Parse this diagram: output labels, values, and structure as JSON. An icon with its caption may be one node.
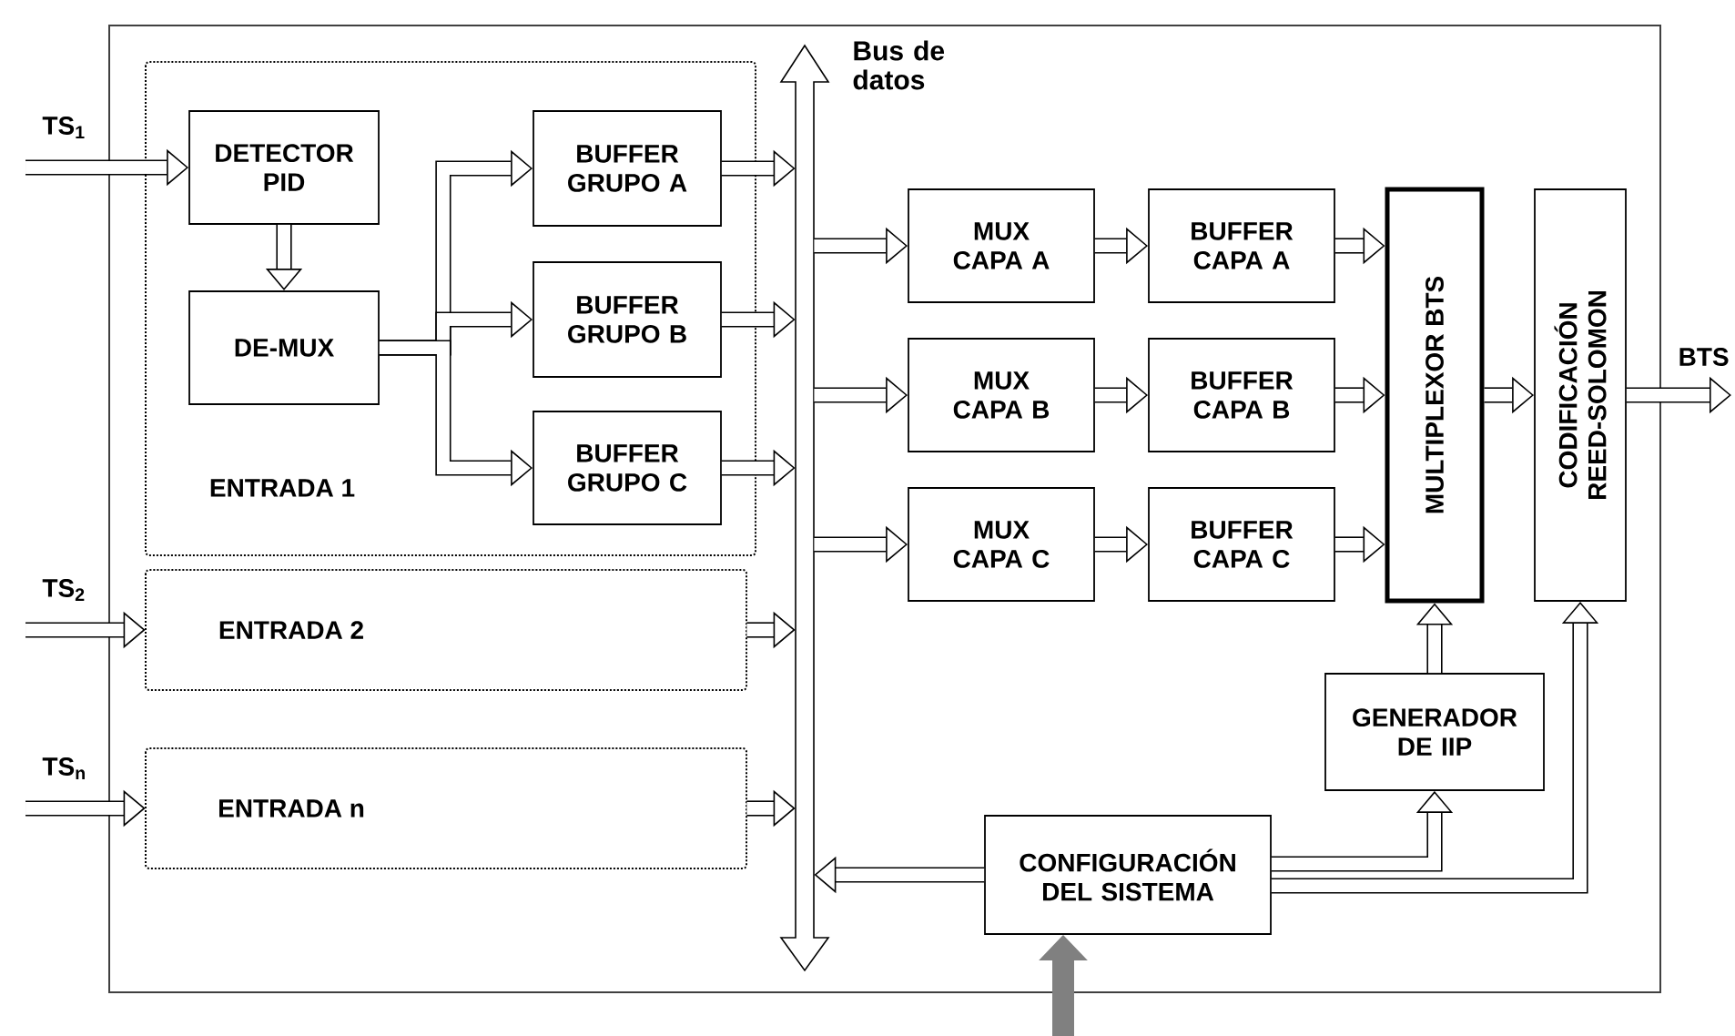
{
  "diagram": {
    "nodes": [
      {
        "text": [
          "ENTRADA 1"
        ]
      },
      {
        "text": [
          "DETECTOR PID"
        ],
        "in": 0
      },
      {
        "text": [
          "DE-MUX"
        ],
        "in": 0
      },
      {
        "text": [
          "BUFFER GRUPO A"
        ],
        "in": 0
      },
      {
        "text": [
          "BUFFER GRUPO B"
        ],
        "in": 0
      },
      {
        "text": [
          "BUFFER GRUPO C"
        ],
        "in": 0
      },
      {
        "text": [
          "ENTRADA 2"
        ]
      },
      {
        "text": [
          "ENTRADA n"
        ]
      },
      {
        "text": [],
        "shape": "bar",
        "beside": [
          "Bus de datos"
        ]
      },
      {
        "text": [
          "MUX CAPA A"
        ]
      },
      {
        "text": [
          "MUX CAPA B"
        ]
      },
      {
        "text": [
          "MUX CAPA C"
        ]
      },
      {
        "text": [
          "BUFFER CAPA A"
        ]
      },
      {
        "text": [
          "BUFFER CAPA B"
        ]
      },
      {
        "text": [
          "BUFFER CAPA C"
        ]
      },
      {
        "text": [
          "MULTIPLEXOR BTS"
        ]
      },
      {
        "text": [
          "CODIFICACIÓN REED-SOLOMON"
        ]
      },
      {
        "text": [
          "GENERADOR DE IIP"
        ]
      },
      {
        "text": [
          "CONFIGURACIÓN DEL SISTEMA"
        ]
      }
    ],
    "edges": [
      {
        "from": null,
        "to": 1,
        "arrow": "to",
        "label": "TS$_{1}$"
      },
      {
        "from": 1,
        "to": 2,
        "arrow": "to"
      },
      {
        "from": 2,
        "to": 3,
        "arrow": "to"
      },
      {
        "from": 2,
        "to": 4,
        "arrow": "to"
      },
      {
        "from": 2,
        "to": 5,
        "arrow": "to"
      },
      {
        "from": 3,
        "to": 8,
        "arrow": "to"
      },
      {
        "from": 4,
        "to": 8,
        "arrow": "to"
      },
      {
        "from": 5,
        "to": 8,
        "arrow": "to"
      },
      {
        "from": null,
        "to": 6,
        "arrow": "to",
        "label": "TS$_{2}$"
      },
      {
        "from": null,
        "to": 7,
        "arrow": "to",
        "label": "TS$_{n}$"
      },
      {
        "from": 6,
        "to": 8,
        "arrow": "to"
      },
      {
        "from": 7,
        "to": 8,
        "arrow": "to"
      },
      {
        "from": 8,
        "to": 9,
        "arrow": "to"
      },
      {
        "from": 8,
        "to": 10,
        "arrow": "to"
      },
      {
        "from": 8,
        "to": 11,
        "arrow": "to"
      },
      {
        "from": 9,
        "to": 12,
        "arrow": "to"
      },
      {
        "from": 10,
        "to": 13,
        "arrow": "to"
      },
      {
        "from": 11,
        "to": 14,
        "arrow": "to"
      },
      {
        "from": 12,
        "to": 15,
        "arrow": "to"
      },
      {
        "from": 13,
        "to": 15,
        "arrow": "to"
      },
      {
        "from": 14,
        "to": 15,
        "arrow": "to"
      },
      {
        "from": 15,
        "to": 16,
        "arrow": "to"
      },
      {
        "from": 16,
        "to": null,
        "arrow": "to",
        "label": "BTS"
      },
      {
        "from": 17,
        "to": 15,
        "arrow": "to"
      },
      {
        "from": 18,
        "to": 8,
        "arrow": "to"
      },
      {
        "from": 18,
        "to": 17,
        "arrow": "to"
      },
      {
        "from": 18,
        "to": 16,
        "arrow": "to"
      },
      {
        "from": null,
        "to": 18,
        "arrow": "to",
        "color": "#808080"
      }
    ]
  }
}
